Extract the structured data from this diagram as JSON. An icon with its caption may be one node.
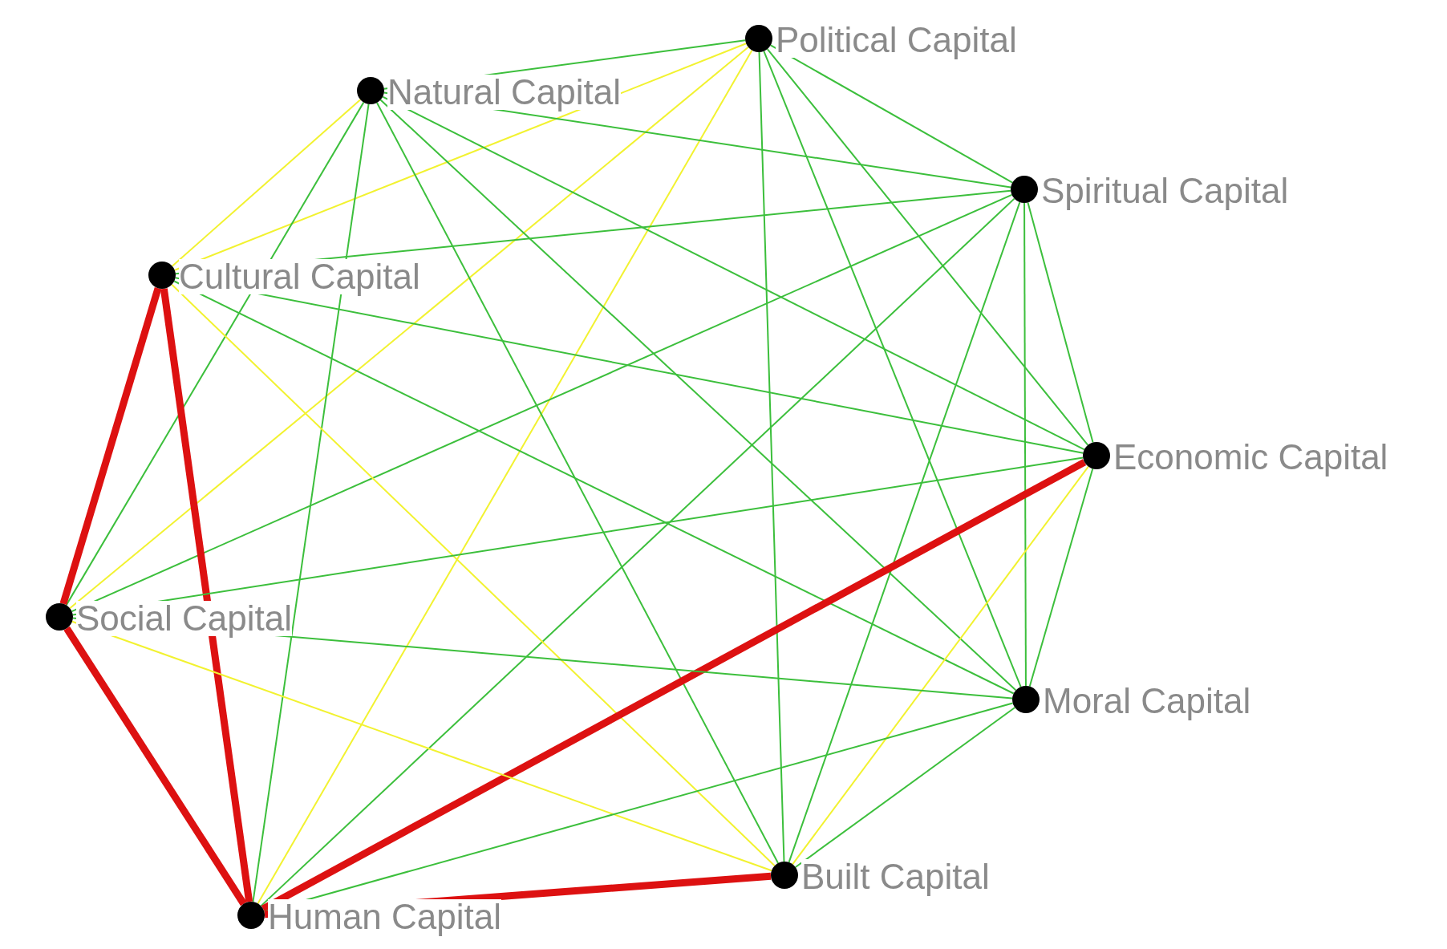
{
  "diagram": {
    "nodes": [
      {
        "text": [],
        "shape": "circle",
        "beside": [
          "Political Capital"
        ]
      },
      {
        "text": [],
        "shape": "circle",
        "beside": [
          "Natural Capital"
        ]
      },
      {
        "text": [],
        "shape": "circle",
        "beside": [
          "Spiritual Capital"
        ]
      },
      {
        "text": [],
        "shape": "circle",
        "beside": [
          "Cultural Capital"
        ]
      },
      {
        "text": [],
        "shape": "circle",
        "beside": [
          "Economic Capital"
        ]
      },
      {
        "text": [],
        "shape": "circle",
        "beside": [
          "Social Capital"
        ]
      },
      {
        "text": [],
        "shape": "circle",
        "beside": [
          "Moral Capital"
        ]
      },
      {
        "text": [],
        "shape": "circle",
        "beside": [
          "Built Capital"
        ]
      },
      {
        "text": [],
        "shape": "circle",
        "beside": [
          "Human Capital"
        ]
      }
    ],
    "edges": [
      {
        "from": 0,
        "to": 1,
        "arrow": "none"
      },
      {
        "from": 0,
        "to": 2,
        "arrow": "none"
      },
      {
        "from": 0,
        "to": 3,
        "arrow": "none",
        "color": "#f2f230"
      },
      {
        "from": 0,
        "to": 4,
        "arrow": "none"
      },
      {
        "from": 0,
        "to": 5,
        "arrow": "none",
        "color": "#f2f230"
      },
      {
        "from": 0,
        "to": 6,
        "arrow": "none"
      },
      {
        "from": 0,
        "to": 7,
        "arrow": "none"
      },
      {
        "from": 0,
        "to": 8,
        "arrow": "none",
        "color": "#f2f230"
      },
      {
        "from": 1,
        "to": 2,
        "arrow": "none"
      },
      {
        "from": 1,
        "to": 3,
        "arrow": "none",
        "color": "#f2f230"
      },
      {
        "from": 1,
        "to": 4,
        "arrow": "none"
      },
      {
        "from": 1,
        "to": 5,
        "arrow": "none"
      },
      {
        "from": 1,
        "to": 6,
        "arrow": "none"
      },
      {
        "from": 1,
        "to": 7,
        "arrow": "none"
      },
      {
        "from": 1,
        "to": 8,
        "arrow": "none"
      },
      {
        "from": 2,
        "to": 3,
        "arrow": "none"
      },
      {
        "from": 2,
        "to": 4,
        "arrow": "none"
      },
      {
        "from": 2,
        "to": 5,
        "arrow": "none"
      },
      {
        "from": 2,
        "to": 6,
        "arrow": "none"
      },
      {
        "from": 2,
        "to": 7,
        "arrow": "none"
      },
      {
        "from": 2,
        "to": 8,
        "arrow": "none"
      },
      {
        "from": 3,
        "to": 4,
        "arrow": "none"
      },
      {
        "from": 3,
        "to": 5,
        "arrow": "none",
        "style": "thick",
        "color": "#dd1111"
      },
      {
        "from": 3,
        "to": 6,
        "arrow": "none"
      },
      {
        "from": 3,
        "to": 7,
        "arrow": "none",
        "color": "#f2f230"
      },
      {
        "from": 3,
        "to": 8,
        "arrow": "none",
        "style": "thick",
        "color": "#dd1111"
      },
      {
        "from": 4,
        "to": 5,
        "arrow": "none"
      },
      {
        "from": 4,
        "to": 6,
        "arrow": "none"
      },
      {
        "from": 4,
        "to": 7,
        "arrow": "none",
        "color": "#f2f230"
      },
      {
        "from": 4,
        "to": 8,
        "arrow": "none",
        "style": "thick",
        "color": "#dd1111"
      },
      {
        "from": 5,
        "to": 6,
        "arrow": "none"
      },
      {
        "from": 5,
        "to": 7,
        "arrow": "none",
        "color": "#f2f230"
      },
      {
        "from": 5,
        "to": 8,
        "arrow": "none",
        "style": "thick",
        "color": "#dd1111"
      },
      {
        "from": 6,
        "to": 7,
        "arrow": "none"
      },
      {
        "from": 6,
        "to": 8,
        "arrow": "none"
      },
      {
        "from": 7,
        "to": 8,
        "arrow": "none",
        "style": "thick",
        "color": "#dd1111"
      }
    ]
  }
}
